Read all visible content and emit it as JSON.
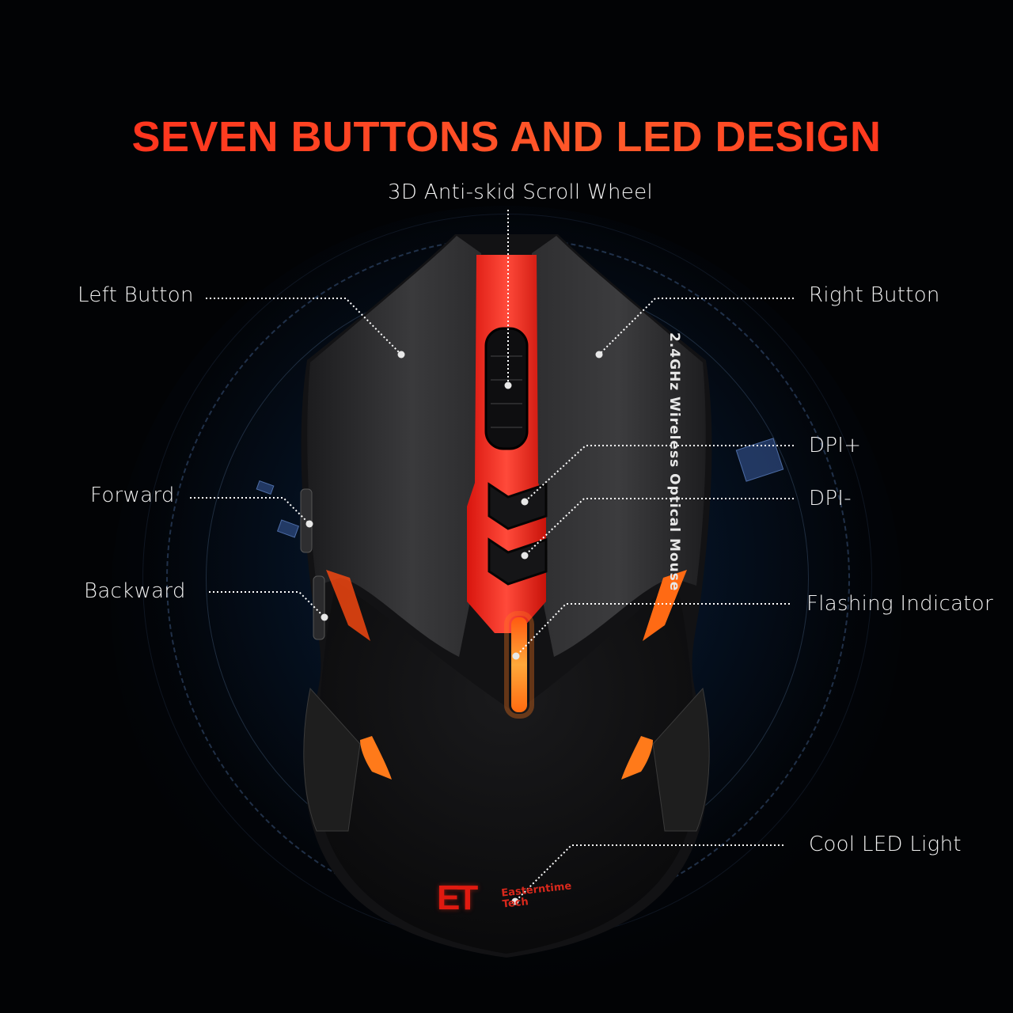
{
  "title": "SEVEN BUTTONS AND LED DESIGN",
  "colors": {
    "title_red": "#ff3a1e",
    "background": "#020305",
    "accent_blue": "#1a4a80",
    "led_orange": "#ff8a1a",
    "mouse_body": "#2a2a2c",
    "label_text": "#f2f2f2"
  },
  "callouts": [
    {
      "id": "scroll-wheel",
      "label": "3D Anti-skid Scroll Wheel"
    },
    {
      "id": "left-button",
      "label": "Left Button"
    },
    {
      "id": "right-button",
      "label": "Right Button"
    },
    {
      "id": "dpi-plus",
      "label": "DPI+"
    },
    {
      "id": "dpi-minus",
      "label": "DPI-"
    },
    {
      "id": "forward",
      "label": "Forward"
    },
    {
      "id": "backward",
      "label": "Backward"
    },
    {
      "id": "flashing-indicator",
      "label": "Flashing Indicator"
    },
    {
      "id": "cool-led-light",
      "label": "Cool LED Light"
    }
  ],
  "product": {
    "side_text": "2.4GHz Wireless Optical Mouse",
    "brand_logo": "ET",
    "brand_name_line1": "Easterntime",
    "brand_name_line2": "Tech"
  }
}
